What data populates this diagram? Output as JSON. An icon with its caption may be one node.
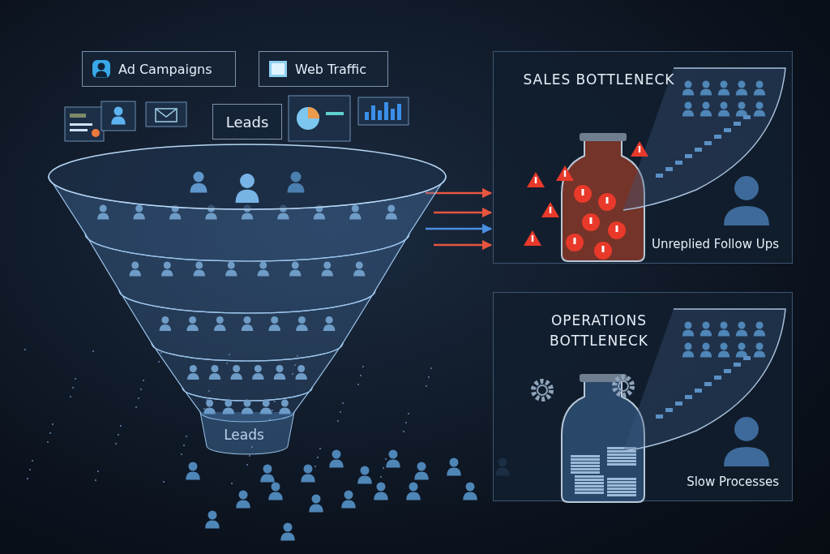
{
  "diagram": {
    "nodes": [
      {
        "text": [
          "Ad Campaigns"
        ]
      },
      {
        "text": [
          "Web Traffic"
        ]
      },
      {
        "text": [
          "Leads"
        ]
      },
      {
        "text": [
          "Leads"
        ],
        "in": 6
      },
      {
        "text": [
          "SALES BOTTLENECK",
          "Unreplied Follow Ups"
        ]
      },
      {
        "text": [
          "OPERATIONS BOTTLENECK",
          "Slow Processes"
        ]
      },
      {
        "text": [],
        "shape": "funnel"
      }
    ],
    "edges": [
      {
        "from": 6,
        "to": 4,
        "arrow": "to"
      },
      {
        "from": 6,
        "to": 4,
        "arrow": "to"
      },
      {
        "from": 6,
        "to": 4,
        "arrow": "to",
        "color": "#4a8fe0"
      },
      {
        "from": 6,
        "to": 4,
        "arrow": "to"
      }
    ]
  }
}
